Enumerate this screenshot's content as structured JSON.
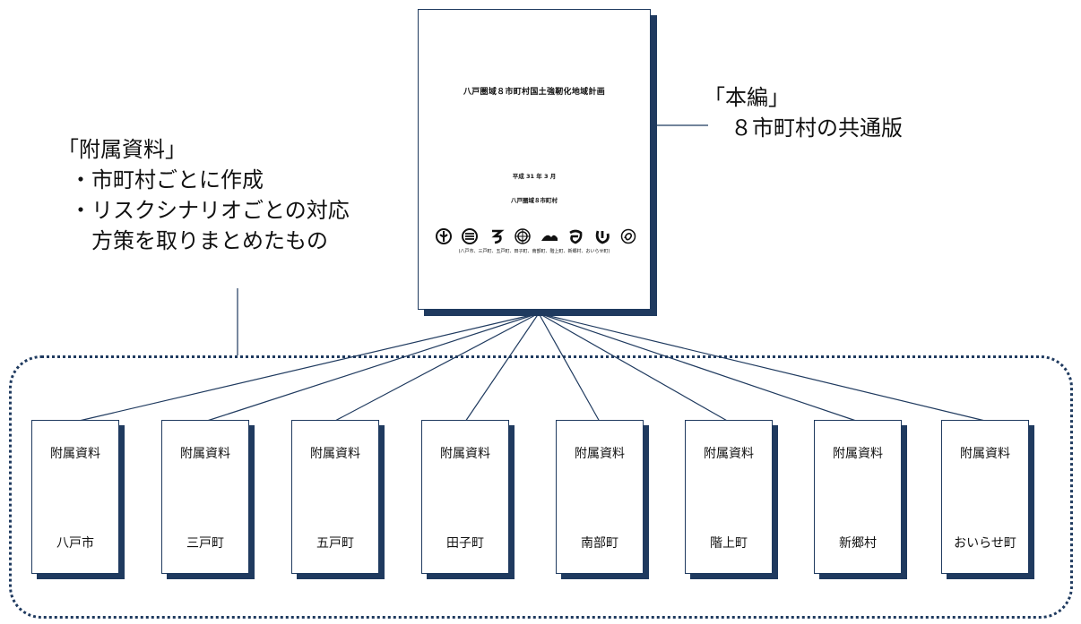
{
  "main_document": {
    "title": "八戸圏域８市町村国土強靭化地域計画",
    "date": "平成 31 年 3 月",
    "issuer": "八戸圏域８市町村",
    "emblem_caption": "(八戸市、三戸町、五戸町、田子町、南部町、階上町、新郷村、おいらせ町)",
    "emblems": [
      "hachinohe-emblem-icon",
      "sannohe-emblem-icon",
      "gonohe-emblem-icon",
      "takko-emblem-icon",
      "nanbu-emblem-icon",
      "hashikami-emblem-icon",
      "shingo-emblem-icon",
      "oirase-emblem-icon"
    ]
  },
  "main_callout": {
    "line1": "「本編」",
    "line2": "８市町村の共通版"
  },
  "annex_callout": {
    "line1": "「附属資料」",
    "line2": "・市町村ごとに作成",
    "line3": "・リスクシナリオごとの対応",
    "line4": "方策を取りまとめたもの"
  },
  "annex_docs": [
    {
      "head": "附属資料",
      "muni": "八戸市"
    },
    {
      "head": "附属資料",
      "muni": "三戸町"
    },
    {
      "head": "附属資料",
      "muni": "五戸町"
    },
    {
      "head": "附属資料",
      "muni": "田子町"
    },
    {
      "head": "附属資料",
      "muni": "南部町"
    },
    {
      "head": "附属資料",
      "muni": "階上町"
    },
    {
      "head": "附属資料",
      "muni": "新郷村"
    },
    {
      "head": "附属資料",
      "muni": "おいらせ町"
    }
  ],
  "colors": {
    "navy": "#1f3a5f",
    "background": "#ffffff"
  }
}
